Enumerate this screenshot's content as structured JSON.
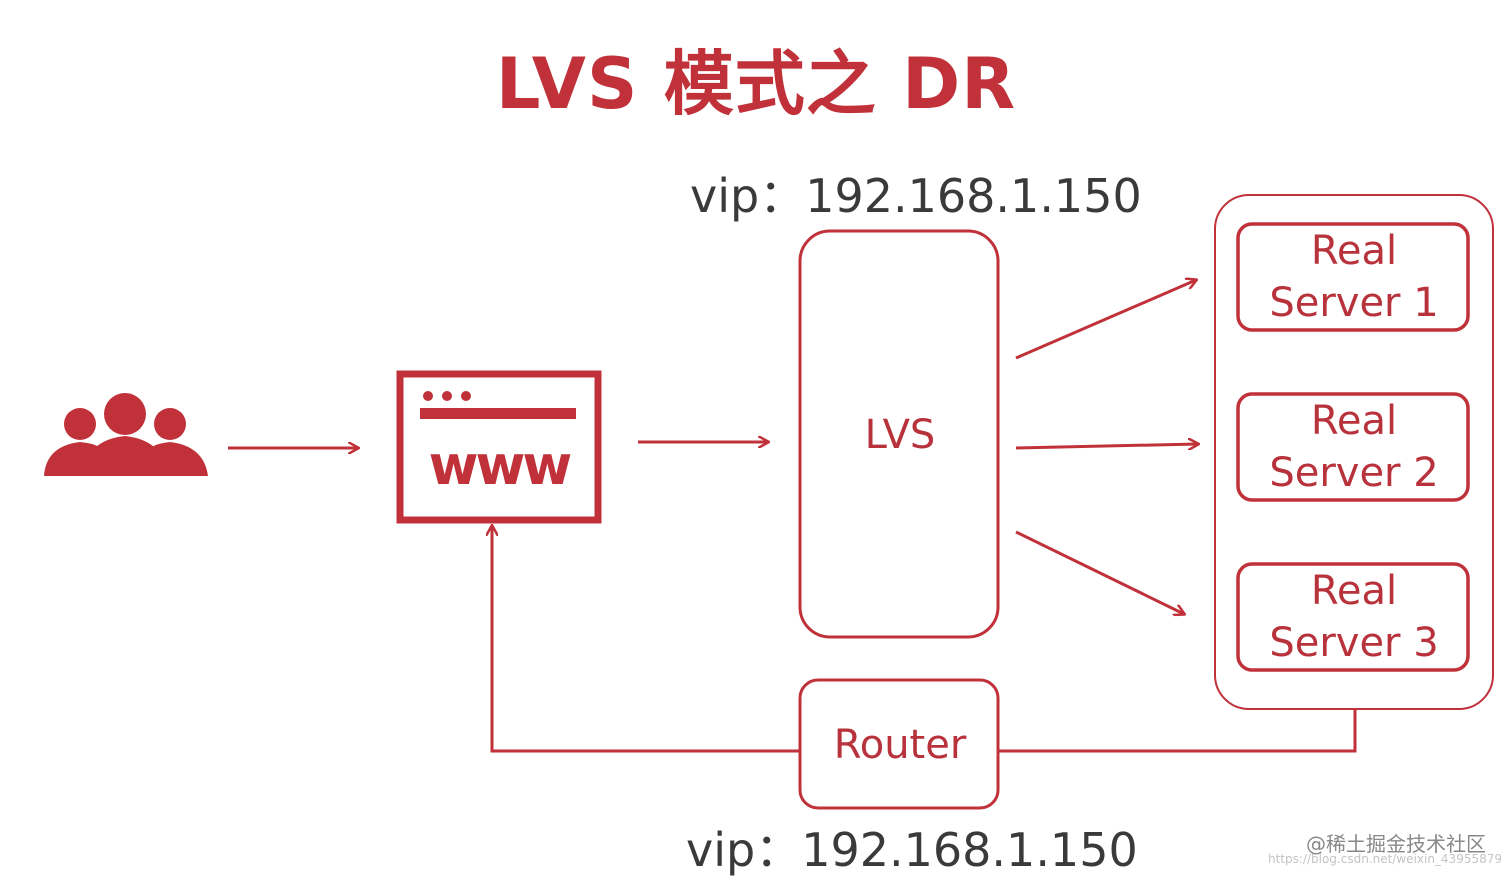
{
  "title": "LVS 模式之 DR",
  "vip_top": "vip：192.168.1.150",
  "vip_bottom": "vip：192.168.1.150",
  "www_label": "www",
  "lvs_label": "LVS",
  "router_label": "Router",
  "real_servers": [
    {
      "line1": "Real",
      "line2": "Server 1"
    },
    {
      "line1": "Real",
      "line2": "Server 2"
    },
    {
      "line1": "Real",
      "line2": "Server 3"
    }
  ],
  "watermark": "@稀土掘金技术社区",
  "watermark_url": "https://blog.csdn.net/weixin_43955879",
  "colors": {
    "accent": "#c0313a",
    "text": "#3a3a3a"
  },
  "icons": [
    "users-icon",
    "browser-window-icon",
    "arrow-right-icon"
  ]
}
